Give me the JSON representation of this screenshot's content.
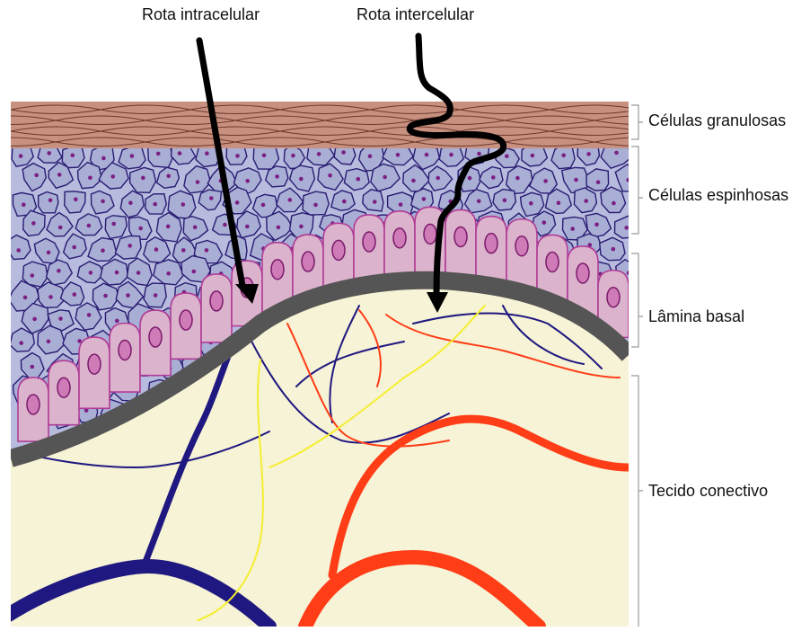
{
  "routes": {
    "intracellular": "Rota intracelular",
    "intercellular": "Rota intercelular"
  },
  "layers": {
    "granular": "Células granulosas",
    "spinous": "Células espinhosas",
    "basal_lamina": "Lâmina basal",
    "connective_tissue": "Tecido conectivo"
  },
  "colors": {
    "granular_cells": "#c8907f",
    "spinous_cells": "#a8aed4",
    "spinous_background": "#b7bbdd",
    "cell_outline": "#2a1c73",
    "basal_cells": "#dcb3cc",
    "basal_cell_outline": "#b03c96",
    "basal_nucleus": "#cf7bb8",
    "basal_lamina": "#555555",
    "connective_tissue": "#f7f3d6",
    "vein": "#1f1880",
    "artery": "#ff3d17",
    "nerve": "#f5ee30",
    "arrow": "#000000"
  }
}
